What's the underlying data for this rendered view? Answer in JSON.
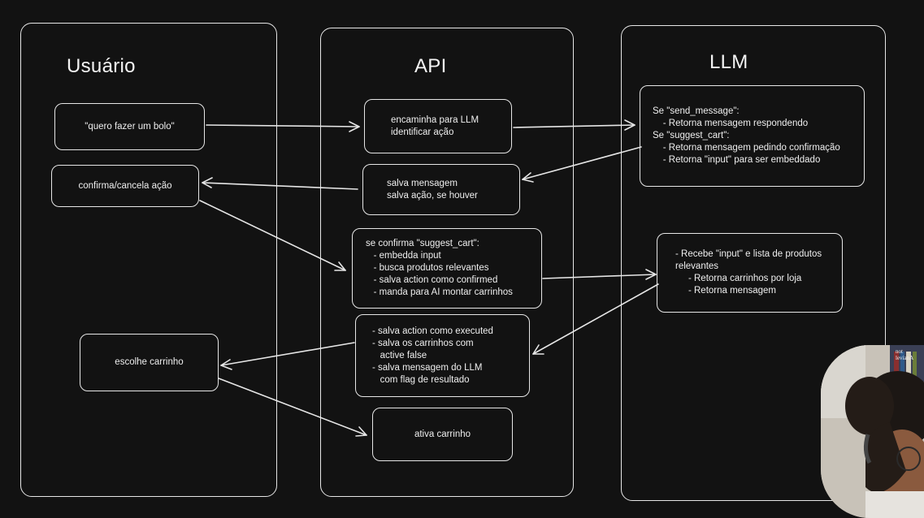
{
  "lanes": {
    "usuario": "Usuário",
    "api": "API",
    "llm": "LLM"
  },
  "boxes": {
    "user_request": "\"quero fazer um bolo\"",
    "user_confirm": "confirma/cancela ação",
    "user_choose": "escolhe carrinho",
    "api_forward": "encaminha para LLM\nidentificar ação",
    "api_save": "salva mensagem\nsalva ação, se houver",
    "api_confirm": "se confirma \"suggest_cart\":\n   - embedda input\n   - busca produtos relevantes\n   - salva action como confirmed\n   - manda para AI montar carrinhos",
    "api_executed": "- salva action como executed\n- salva os carrinhos com\n   active false\n- salva mensagem do LLM\n   com flag de resultado",
    "api_activate": "ativa carrinho",
    "llm_route": "Se \"send_message\":\n    - Retorna mensagem respondendo\nSe \"suggest_cart\":\n    - Retorna mensagem pedindo confirmação\n    - Retorna \"input\" para ser embeddado",
    "llm_carts": "- Recebe \"input\" e lista de produtos\nrelevantes\n     - Retorna carrinhos por loja\n     - Retorna mensagem"
  },
  "webcam_overlay": {
    "book_spine_text": "not\nlevianA"
  },
  "colors": {
    "background": "#121212",
    "stroke": "#e6e6e6",
    "text": "#efefef"
  }
}
